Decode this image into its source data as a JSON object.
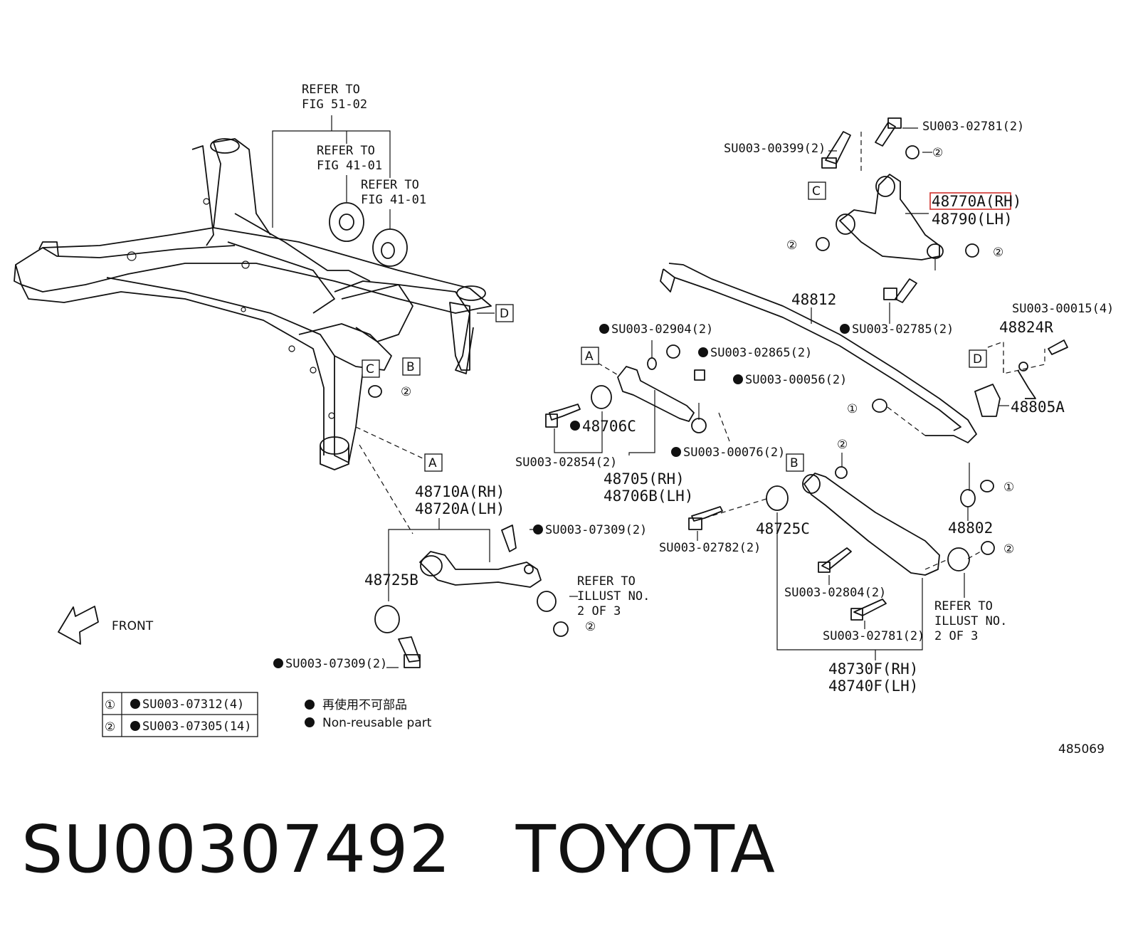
{
  "callouts": {
    "refer_51_02": [
      "REFER TO",
      "FIG 51-02"
    ],
    "refer_41_01_a": [
      "REFER TO",
      "FIG 41-01"
    ],
    "refer_41_01_b": [
      "REFER TO",
      "FIG 41-01"
    ],
    "refer_illust_a": [
      "REFER TO",
      "ILLUST NO.",
      "2 OF 3"
    ],
    "refer_illust_b": [
      "REFER TO",
      "ILLUST NO.",
      "2 OF 3"
    ]
  },
  "parts": {
    "p48770A": "48770A(RH)",
    "p48790": "48790(LH)",
    "p48812": "48812",
    "p48824R": "48824R",
    "p48805A": "48805A",
    "p48802": "48802",
    "p48706C": "48706C",
    "p48705": "48705(RH)",
    "p48706B": "48706B(LH)",
    "p48710A": "48710A(RH)",
    "p48720A": "48720A(LH)",
    "p48725B": "48725B",
    "p48725C": "48725C",
    "p48730F": "48730F(RH)",
    "p48740F": "48740F(LH)"
  },
  "fasteners": {
    "f02781_top": "SU003-02781(2)",
    "f00399": "SU003-00399(2)",
    "f02785": "SU003-02785(2)",
    "f00015": "SU003-00015(4)",
    "f02904": "SU003-02904(2)",
    "f02865": "SU003-02865(2)",
    "f00056": "SU003-00056(2)",
    "f02854": "SU003-02854(2)",
    "f00076": "SU003-00076(2)",
    "f07309_a": "SU003-07309(2)",
    "f07309_b": "SU003-07309(2)",
    "f02782": "SU003-02782(2)",
    "f02804": "SU003-02804(2)",
    "f02781_bot": "SU003-02781(2)"
  },
  "ref_letters": {
    "a": "A",
    "b": "B",
    "c": "C",
    "d": "D"
  },
  "circ_nums": {
    "one": "①",
    "two": "②"
  },
  "front_label": "FRONT",
  "legend": {
    "rows": [
      {
        "mark": "①",
        "code": "SU003-07312(4)"
      },
      {
        "mark": "②",
        "code": "SU003-07305(14)"
      }
    ],
    "note_jp": "再使用不可部品",
    "note_en": "Non-reusable part"
  },
  "illustration_id": "485069",
  "footer": {
    "part_number": "SU00307492",
    "brand": "TOYOTA"
  },
  "colors": {
    "ink": "#111111",
    "highlight": "#d0312d",
    "background": "#ffffff"
  }
}
